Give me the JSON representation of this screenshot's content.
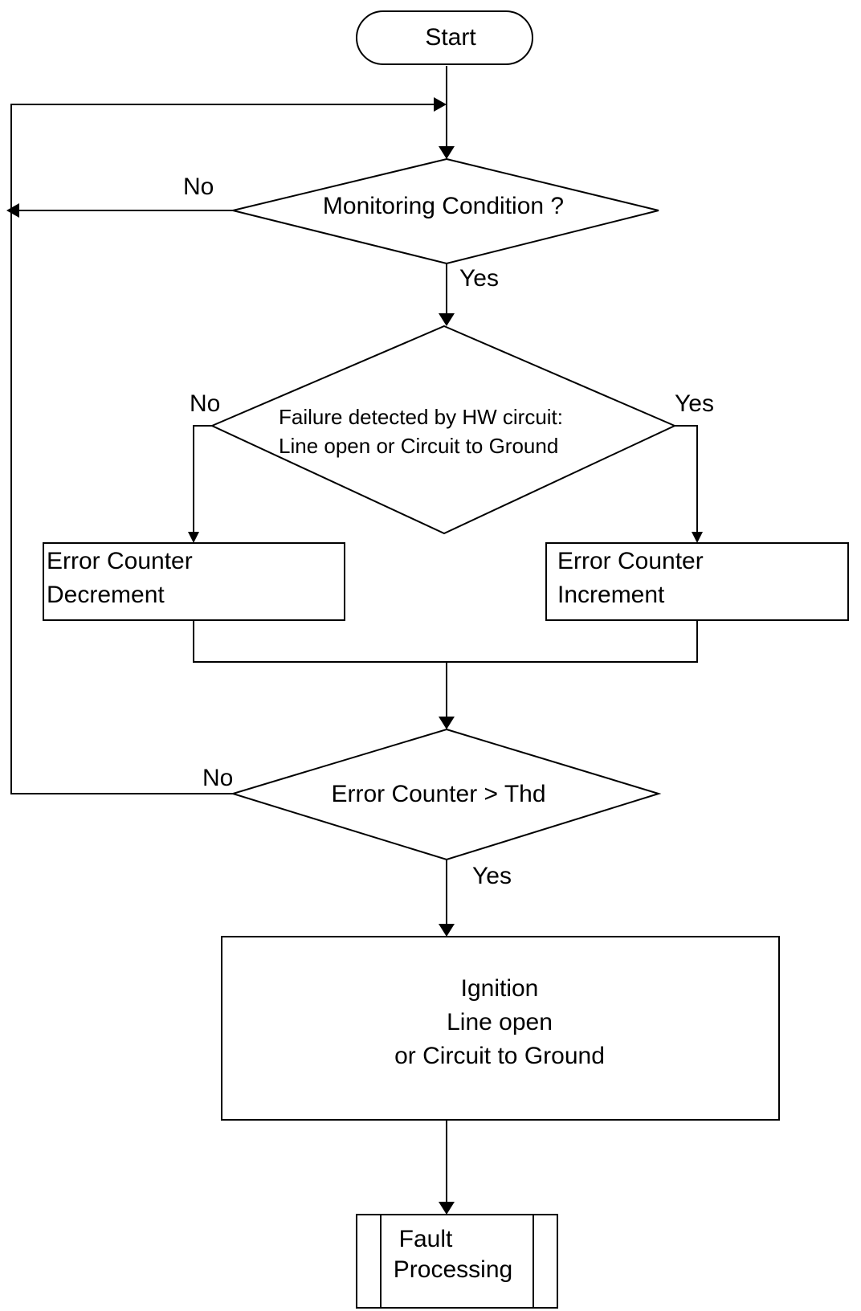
{
  "diagram": {
    "start": "Start",
    "decision_monitoring": "Monitoring Condition ?",
    "decision_failure": {
      "line1": "Failure detected by HW circuit:",
      "line2": "Line open or Circuit to Ground"
    },
    "process_decrement": {
      "line1": "Error Counter",
      "line2": "Decrement"
    },
    "process_increment": {
      "line1": "Error Counter",
      "line2": "Increment"
    },
    "decision_threshold": "Error Counter >  Thd",
    "process_ignition": {
      "line1": "Ignition",
      "line2": "Line open",
      "line3": "or Circuit to Ground"
    },
    "subprocess_fault": {
      "line1": "Fault",
      "line2": "Processing"
    },
    "labels": {
      "monitoring_no": "No",
      "monitoring_yes": "Yes",
      "failure_no": "No",
      "failure_yes": "Yes",
      "threshold_no": "No",
      "threshold_yes": "Yes"
    }
  }
}
